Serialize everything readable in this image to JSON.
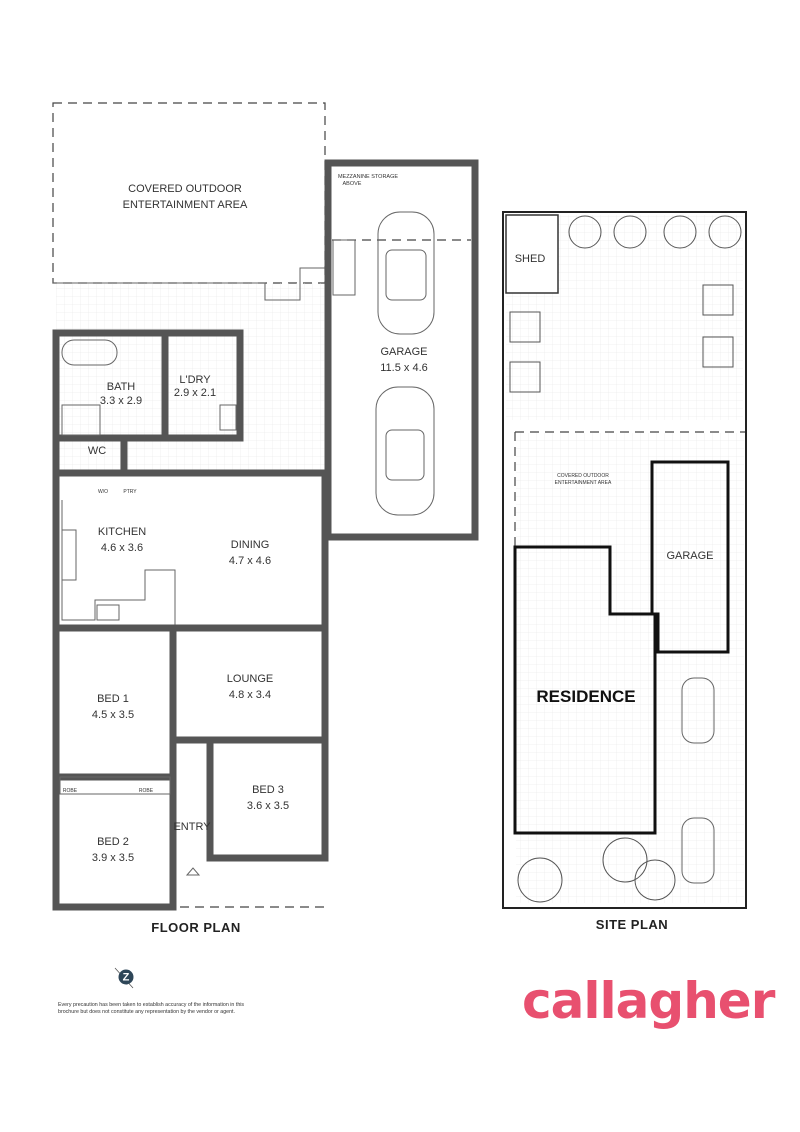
{
  "floor_plan": {
    "title": "FLOOR PLAN",
    "rooms": [
      {
        "name": "COVERED OUTDOOR",
        "name2": "ENTERTAINMENT AREA"
      },
      {
        "name": "MEZZANINE STORAGE",
        "name2": "ABOVE"
      },
      {
        "name": "GARAGE",
        "size": "11.5 x 4.6"
      },
      {
        "name": "BATH",
        "size": "3.3 x 2.9"
      },
      {
        "name": "L'DRY",
        "size": "2.9 x 2.1"
      },
      {
        "name": "WC"
      },
      {
        "name": "W/O"
      },
      {
        "name": "PTRY"
      },
      {
        "name": "KITCHEN",
        "size": "4.6 x 3.6"
      },
      {
        "name": "DINING",
        "size": "4.7 x 4.6"
      },
      {
        "name": "LOUNGE",
        "size": "4.8 x 3.4"
      },
      {
        "name": "BED 1",
        "size": "4.5 x 3.5"
      },
      {
        "name": "ROBE"
      },
      {
        "name": "ROBE"
      },
      {
        "name": "BED 2",
        "size": "3.9 x 3.5"
      },
      {
        "name": "BED 3",
        "size": "3.6 x 3.5"
      },
      {
        "name": "ENTRY"
      }
    ]
  },
  "site_plan": {
    "title": "SITE PLAN",
    "labels": {
      "shed": "SHED",
      "covered1": "COVERED OUTDOOR",
      "covered2": "ENTERTAINMENT AREA",
      "garage": "GARAGE",
      "residence": "RESIDENCE"
    }
  },
  "footer": {
    "disclaimer": "Every precaution has been taken to establish accuracy of the information in this brochure but does not constitute any representation by the vendor or agent.",
    "brand": "callagher",
    "brand_color": "#e8506f",
    "north_icon": "compass-north-icon"
  }
}
